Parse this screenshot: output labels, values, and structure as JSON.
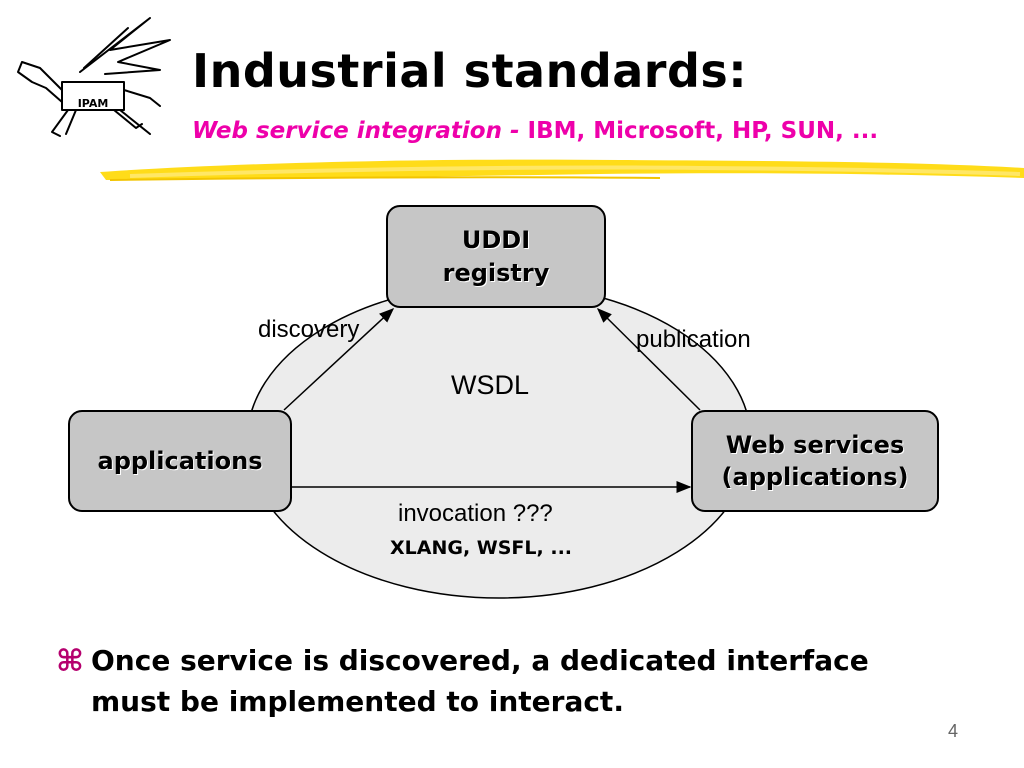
{
  "slide": {
    "title": "Industrial standards:",
    "subtitle_italic": "Web service integration - ",
    "subtitle_rest": "IBM, Microsoft, HP, SUN, ...",
    "page_number": "4"
  },
  "logo": {
    "text": "IPAM",
    "icon": "pegasus-logo-icon"
  },
  "diagram": {
    "nodes": {
      "uddi": {
        "line1": "UDDI",
        "line2": "registry"
      },
      "applications": {
        "label": "applications"
      },
      "web_services": {
        "line1": "Web services",
        "line2": "(applications)"
      }
    },
    "edges": {
      "discovery": "discovery",
      "publication": "publication",
      "invocation": "invocation ???",
      "invocation_sub": "XLANG, WSFL, ..."
    },
    "center_label": "WSDL"
  },
  "bullets": [
    {
      "marker": "⌘",
      "text": "Once service is discovered, a dedicated interface must be implemented to interact."
    }
  ],
  "colors": {
    "subtitle": "#ee00aa",
    "bullet": "#b5006e",
    "node_fill": "#c6c6c6",
    "ellipse_fill": "#ececec",
    "highlight": "#ffd800"
  }
}
